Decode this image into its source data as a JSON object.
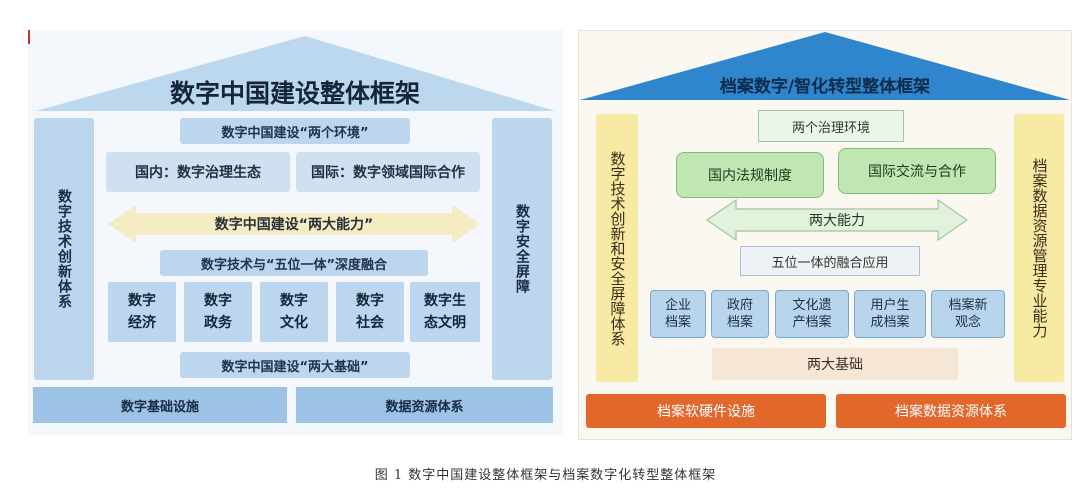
{
  "left": {
    "title": "数字中国建设整体框架",
    "env_header": "数字中国建设“两个环境”",
    "env_domestic": "国内：数字治理生态",
    "env_international": "国际：数字领域国际合作",
    "ability": "数字中国建设“两大能力”",
    "integration": "数字技术与“五位一体”深度融合",
    "cells": [
      {
        "line1": "数字",
        "line2": "经济"
      },
      {
        "line1": "数字",
        "line2": "政务"
      },
      {
        "line1": "数字",
        "line2": "文化"
      },
      {
        "line1": "数字",
        "line2": "社会"
      },
      {
        "line1": "数字生",
        "line2": "态文明"
      }
    ],
    "foundation": "数字中国建设“两大基础”",
    "left_pillar": "数字技术创新体系",
    "right_pillar": "数字安全屏障",
    "base_left": "数字基础设施",
    "base_right": "数据资源体系"
  },
  "right": {
    "title": "档案数字/智化转型整体框架",
    "env": "两个治理环境",
    "env_domestic": "国内法规制度",
    "env_international": "国际交流与合作",
    "ability": "两大能力",
    "integration": "五位一体的融合应用",
    "cells": [
      {
        "line1": "企业",
        "line2": "档案"
      },
      {
        "line1": "政府",
        "line2": "档案"
      },
      {
        "line1": "文化遗",
        "line2": "产档案"
      },
      {
        "line1": "用户生",
        "line2": "成档案"
      },
      {
        "line1": "档案新",
        "line2": "观念"
      }
    ],
    "foundation": "两大基础",
    "left_pillar": "数字技术创新和安全屏障体系",
    "right_pillar": "档案数据资源管理专业能力",
    "base_left": "档案软硬件设施",
    "base_right": "档案数据资源体系"
  },
  "caption": "图 1   数字中国建设整体框架与档案数字化转型整体框架",
  "colors": {
    "left_roof": "#bcd8ef",
    "right_roof": "#2f86cc",
    "arrow_left": "#f6ecc4",
    "arrow_right": "#e3f2dc",
    "right_foot": "#e3662b"
  }
}
